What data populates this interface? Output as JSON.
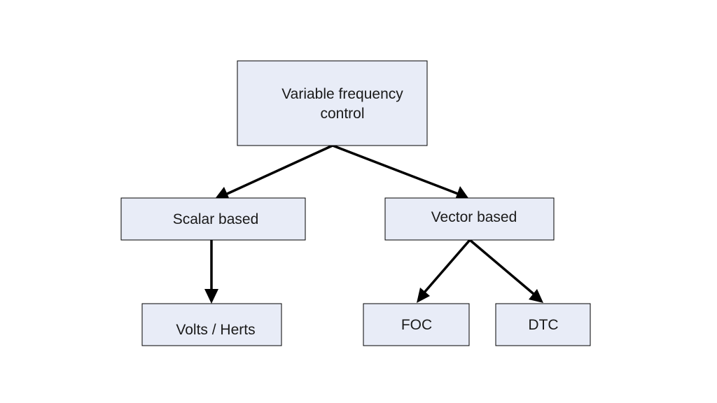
{
  "colors": {
    "box_fill": "#e8ecf7",
    "box_stroke": "#000000",
    "edge": "#000000",
    "text": "#1a1a1a",
    "background": "#ffffff"
  },
  "nodes": {
    "root": {
      "lines": [
        "Variable frequency",
        "control"
      ]
    },
    "scalar": {
      "lines": [
        "Scalar based"
      ]
    },
    "vector": {
      "lines": [
        "Vector based"
      ]
    },
    "volts_herts": {
      "lines": [
        "Volts / Herts"
      ]
    },
    "foc": {
      "lines": [
        "FOC"
      ]
    },
    "dtc": {
      "lines": [
        "DTC"
      ]
    }
  },
  "edges": [
    {
      "from": "root",
      "to": "scalar"
    },
    {
      "from": "root",
      "to": "vector"
    },
    {
      "from": "scalar",
      "to": "volts_herts"
    },
    {
      "from": "vector",
      "to": "foc"
    },
    {
      "from": "vector",
      "to": "dtc"
    }
  ]
}
